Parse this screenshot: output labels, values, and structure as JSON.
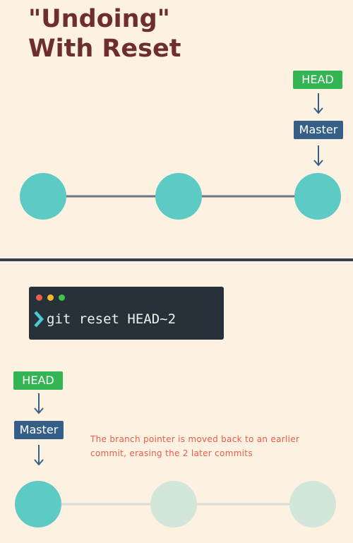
{
  "title": {
    "line1": "\"Undoing\"",
    "line2": "With Reset"
  },
  "before": {
    "head_label": "HEAD",
    "master_label": "Master",
    "commits": 3,
    "head_at_commit": 3
  },
  "terminal": {
    "prompt_icon": "chevron-right-icon",
    "command": "git reset HEAD~2"
  },
  "after": {
    "head_label": "HEAD",
    "master_label": "Master",
    "commits": 3,
    "head_at_commit": 1,
    "erased_commits": 2,
    "caption_line1": "The branch pointer is moved back to an earlier",
    "caption_line2": "commit, erasing the 2 later commits"
  },
  "colors": {
    "background": "#fdf1e1",
    "title": "#6e2f2c",
    "commit": "#5ecac4",
    "commit_faded": "#d3e6da",
    "branch_line": "#6d747b",
    "branch_line_faded": "#d9dcd8",
    "head_tag": "#33b554",
    "master_tag": "#355f86",
    "arrow": "#3a5f85",
    "terminal_bg": "#263238",
    "prompt": "#4ec9d2",
    "caption": "#ef5a4c",
    "window_dots": [
      "#ef5b4e",
      "#f5b82c",
      "#3ec44b"
    ]
  }
}
